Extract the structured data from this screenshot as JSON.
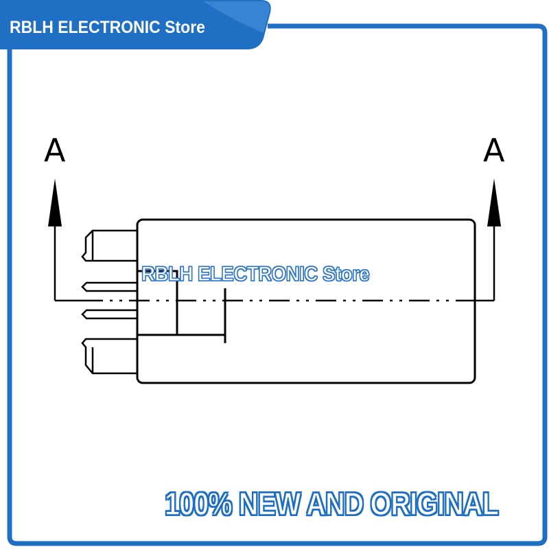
{
  "banner": {
    "store_name": "RBLH ELECTRONIC Store",
    "color": "#1f6fc4"
  },
  "watermark": {
    "text": "RBLH ELECTRONIC Store"
  },
  "footer": {
    "text": "100% NEW AND ORIGINAL"
  },
  "drawing": {
    "section_label_left": "A",
    "section_label_right": "A",
    "line_color": "#000000",
    "frame_color": "#1f6fc4"
  }
}
